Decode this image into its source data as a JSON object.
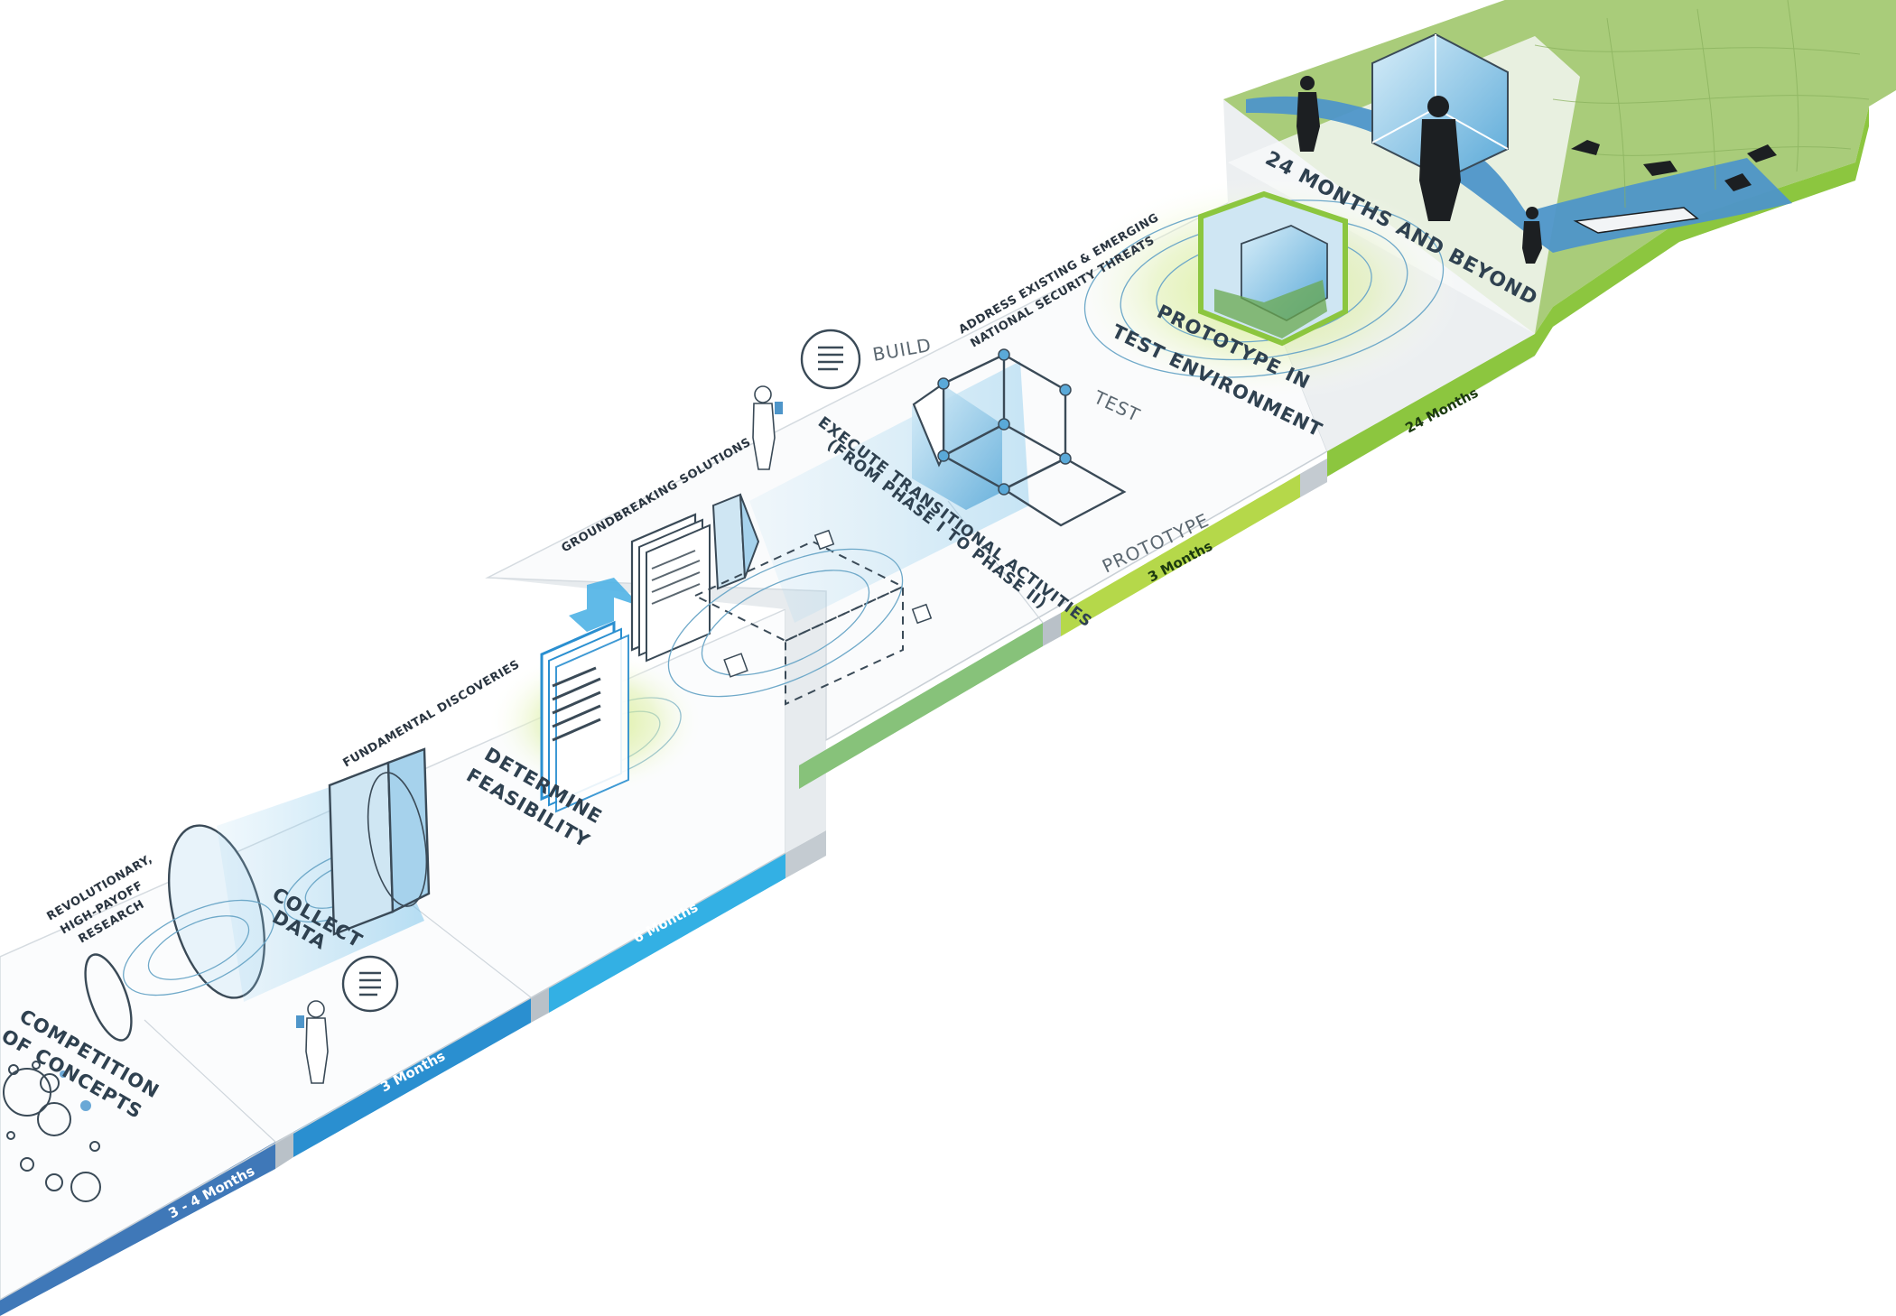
{
  "stages": [
    {
      "label_1": "COMPETITION",
      "label_2": "OF CONCEPTS"
    },
    {
      "label_1": "COLLECT",
      "label_2": "DATA"
    },
    {
      "label_1": "DETERMINE",
      "label_2": "FEASIBILITY"
    },
    {
      "label_1": "EXECUTE TRANSITIONAL ACTIVITIES",
      "label_2": "(FROM PHASE I TO PHASE II)"
    },
    {
      "label_1": "PROTOTYPE IN",
      "label_2": "TEST ENVIRONMENT"
    },
    {
      "label_1": "24 MONTHS AND BEYOND"
    }
  ],
  "captions": {
    "revolutionary_1": "REVOLUTIONARY,",
    "revolutionary_2": "HIGH-PAYOFF",
    "revolutionary_3": "RESEARCH",
    "fundamental": "FUNDAMENTAL DISCOVERIES",
    "groundbreaking": "GROUNDBREAKING SOLUTIONS",
    "threats_1": "ADDRESS EXISTING & EMERGING",
    "threats_2": "NATIONAL SECURITY THREATS"
  },
  "build_labels": {
    "build": "BUILD",
    "test": "TEST",
    "prototype": "PROTOTYPE"
  },
  "durations": [
    "3 - 4 Months",
    "3 Months",
    "6 Months",
    "3 Months",
    "24 Months"
  ],
  "colors": {
    "blue_dark": "#3f78b8",
    "blue": "#2a8fd0",
    "blue_light": "#33b0e4",
    "green_mid": "#87c27a",
    "green_light": "#b5d84a",
    "green_bright": "#8cc63f",
    "terrain": "#a9cc7a",
    "water": "#4e95c9"
  }
}
